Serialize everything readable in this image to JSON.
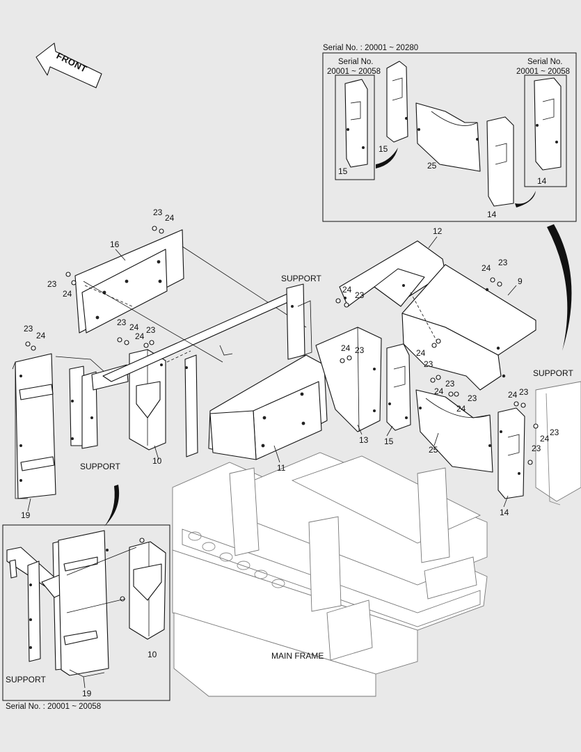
{
  "diagram": {
    "front_label": "FRONT",
    "inset_top_caption": "Serial No. : 20001 ~ 20280",
    "inset_bottom_caption": "Serial No. : 20001 ~ 20058",
    "sub_left": {
      "line1": "Serial No.",
      "line2": "20001 ~ 20058"
    },
    "sub_right": {
      "line1": "Serial No.",
      "line2": "20001 ~ 20058"
    },
    "words": {
      "support_a": "SUPPORT",
      "support_b": "SUPPORT",
      "support_c": "SUPPORT",
      "support_d": "SUPPORT",
      "main_frame": "MAIN FRAME"
    },
    "callouts": {
      "c23a": "23",
      "c24a": "24",
      "c16": "16",
      "c23b": "23",
      "c24b": "24",
      "c23c": "23",
      "c24c": "24",
      "c23d": "23",
      "c24d": "24",
      "c23e": "23",
      "c10": "10",
      "c19": "19",
      "c11": "11",
      "c12": "12",
      "c24e": "24",
      "c23f": "23",
      "c9": "9",
      "c24f": "24",
      "c23g": "23",
      "c24g": "24",
      "c23h": "23",
      "c13": "13",
      "c15": "15",
      "c24h": "24",
      "c23i": "23",
      "c24i": "24",
      "c23j": "23",
      "c24j": "24",
      "c25": "25",
      "c24k": "24",
      "c23k": "23",
      "c23l": "23",
      "c24l": "24",
      "c23m": "23",
      "c24m": "24",
      "c23n": "23",
      "c14": "14",
      "i15a": "15",
      "i15b": "15",
      "i25": "25",
      "i14a": "14",
      "i14b": "14",
      "i10": "10",
      "i19": "19"
    }
  }
}
